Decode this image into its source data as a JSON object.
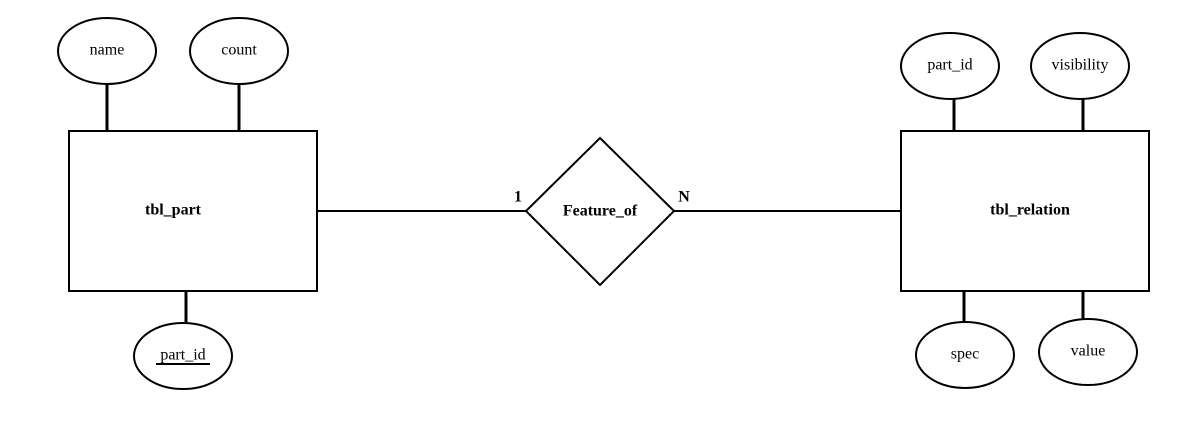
{
  "entities": {
    "left": {
      "label": "tbl_part"
    },
    "right": {
      "label": "tbl_relation"
    }
  },
  "relationship": {
    "label": "Feature_of"
  },
  "cardinality": {
    "left": "1",
    "right": "N"
  },
  "attributes": {
    "left_top_1": {
      "label": "name"
    },
    "left_top_2": {
      "label": "count"
    },
    "left_bottom": {
      "label": "part_id"
    },
    "right_top_1": {
      "label": "part_id"
    },
    "right_top_2": {
      "label": "visibility"
    },
    "right_bottom_1": {
      "label": "spec"
    },
    "right_bottom_2": {
      "label": "value"
    }
  }
}
